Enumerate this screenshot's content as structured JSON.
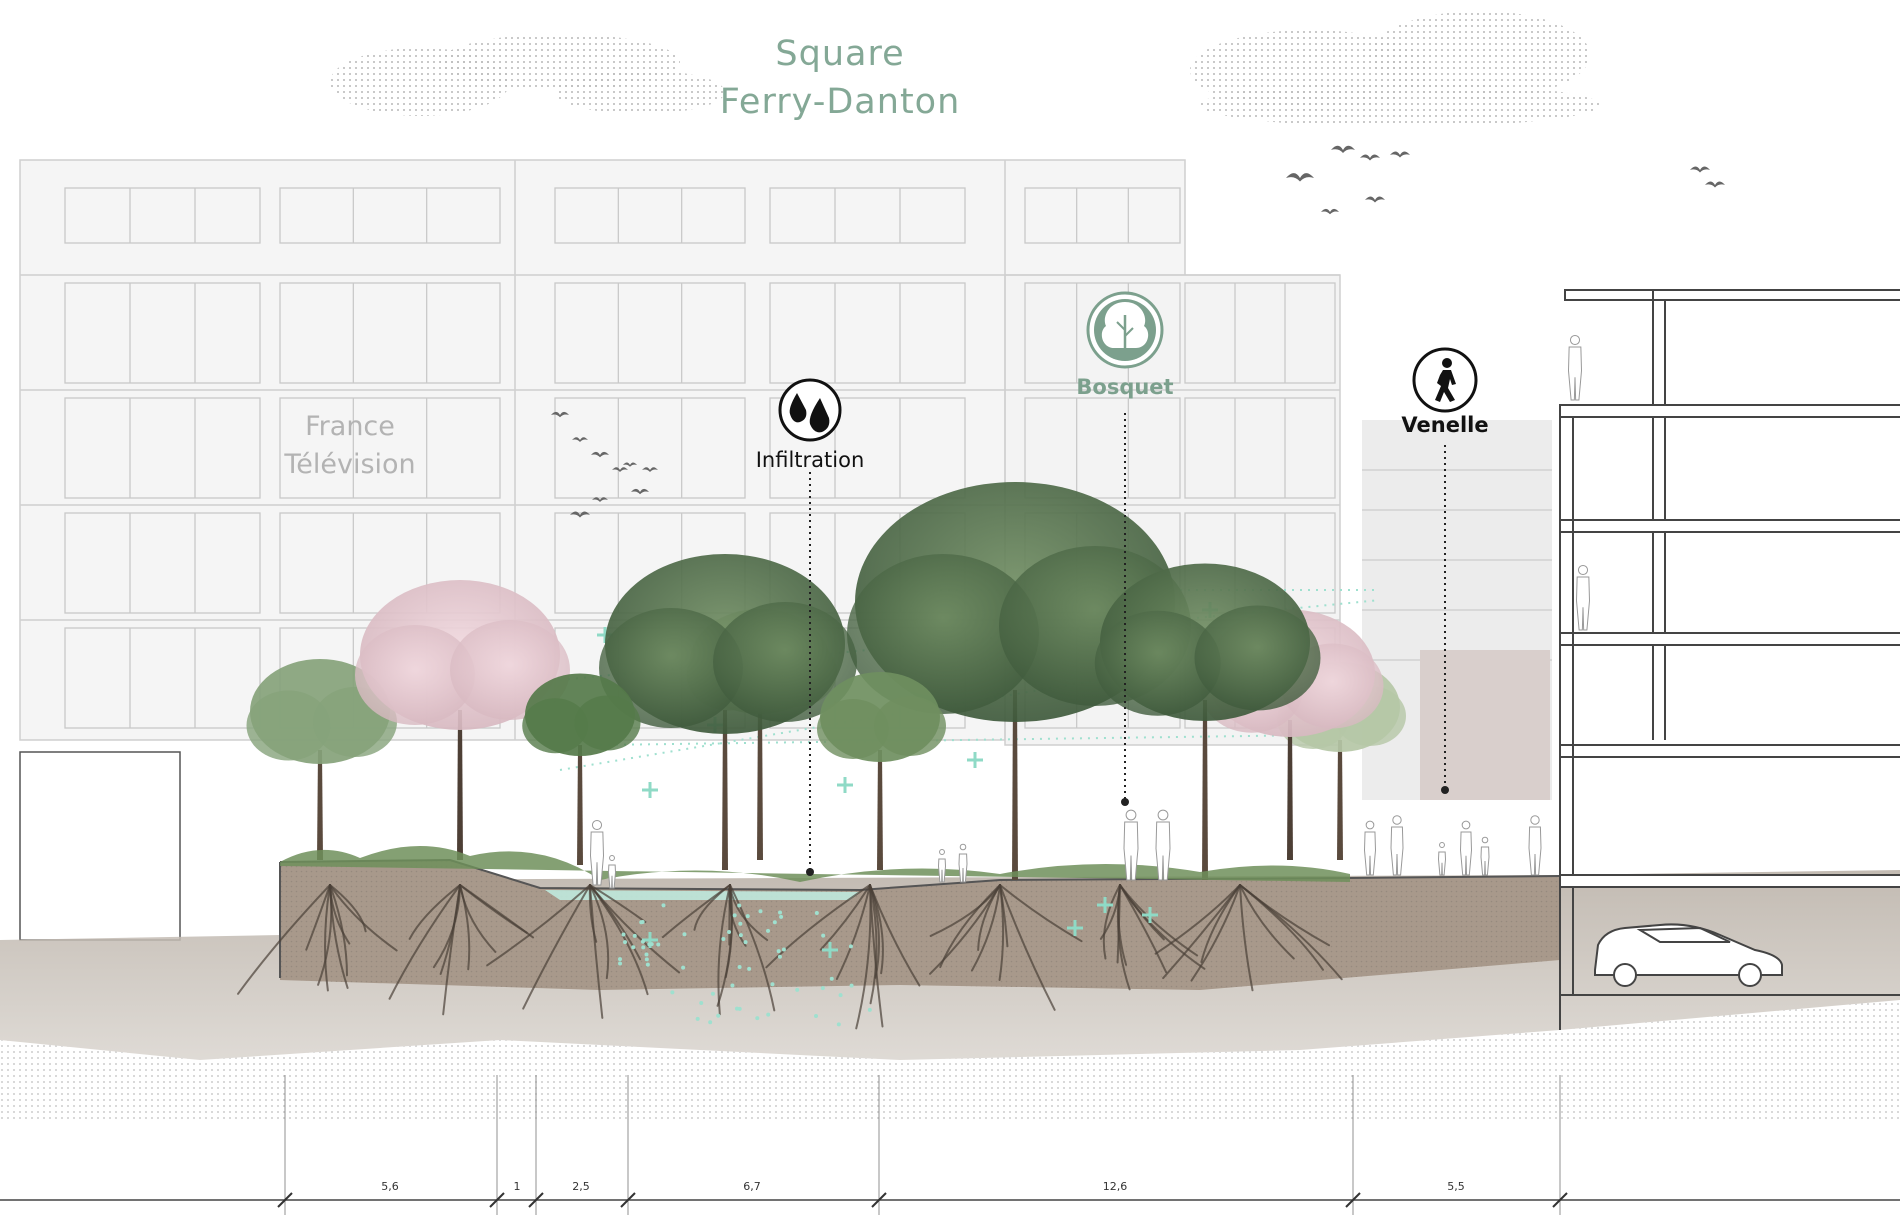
{
  "title": {
    "line1": "Square",
    "line2": "Ferry-Danton"
  },
  "building_label": {
    "line1": "France",
    "line2": "Télévision"
  },
  "callouts": [
    {
      "label": "Infiltration",
      "icon": "water-drops-icon"
    },
    {
      "label": "Bosquet",
      "icon": "tree-icon"
    },
    {
      "label": "Venelle",
      "icon": "pedestrian-icon"
    }
  ],
  "dimensions": [
    "5,6",
    "1",
    "2,5",
    "6,7",
    "12,6",
    "5,5"
  ],
  "colors": {
    "accent_green": "#84a896",
    "building_line": "#cfcfcf",
    "soil": "#a69a8e",
    "foliage_dark": "#4d6a4a",
    "foliage_pink": "#e3c7cf",
    "water_mint": "#9fe0cf"
  }
}
